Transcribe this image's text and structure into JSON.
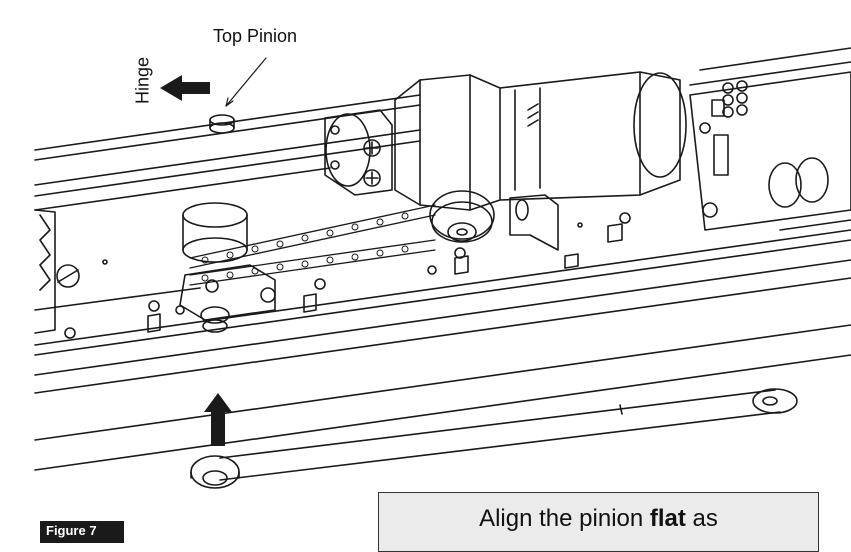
{
  "labels": {
    "top_pinion": "Top Pinion",
    "hinge": "Hinge",
    "figure": "Figure 7"
  },
  "instruction": {
    "prefix": "Align the pinion ",
    "bold": "flat",
    "suffix": " as"
  },
  "colors": {
    "line": "#1a1a1a",
    "box_bg": "#ebebeb"
  }
}
